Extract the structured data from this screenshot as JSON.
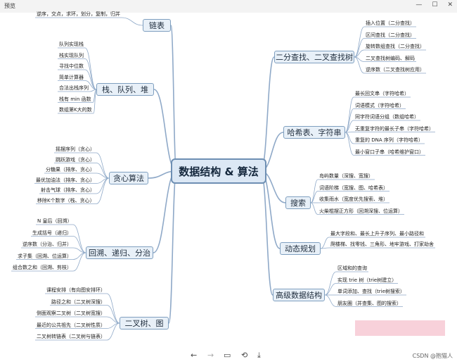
{
  "window": {
    "title": "预览",
    "min": "—",
    "max": "☐",
    "close": "✕"
  },
  "central": "数据结构 & 算法",
  "branches": [
    {
      "key": "linked",
      "label": "链表",
      "side": "left",
      "items": [
        "逆序，交点，求环，划分，复制，归并"
      ]
    },
    {
      "key": "stack",
      "label": "栈、队列、堆",
      "side": "left",
      "items": [
        "队列实现栈",
        "栈实现队列",
        "寻找中位数",
        "简单计算器",
        "合法出栈序列",
        "栈有 min 函数",
        "数组第K大的数"
      ]
    },
    {
      "key": "greedy",
      "label": "贪心算法",
      "side": "left",
      "items": [
        "摇摆序列（贪心）",
        "跳跃游戏（贪心）",
        "分糖果（排序、贪心）",
        "最优加油法（排序、贪心）",
        "射击气球（排序、贪心）",
        "移除K个数字（栈、贪心）"
      ]
    },
    {
      "key": "backtrack",
      "label": "回溯、递归、分治",
      "side": "left",
      "items": [
        "N 皇后（回溯）",
        "生成括号（递归）",
        "逆序数（分治、归并）",
        "求子集（回溯、位运算）",
        "组合数之和（回溯、剪枝）"
      ]
    },
    {
      "key": "tree",
      "label": "二叉树、图",
      "side": "left",
      "items": [
        "课程安排（有向图安排环）",
        "路径之和（二叉树深搜）",
        "侧面观察二叉树（二叉树宽搜）",
        "最近的公共祖先（二叉树性质）",
        "二叉树转链表（二叉树与链表）"
      ]
    },
    {
      "key": "bsearch",
      "label": "二分查找、二叉查找树",
      "side": "right",
      "items": [
        "插入位置（二分查找）",
        "区间查找（二分查找）",
        "旋转数组查找（二分查找）",
        "二叉查找树编码、解码",
        "逆序数（二叉查找树应用）"
      ]
    },
    {
      "key": "hash",
      "label": "哈希表、字符串",
      "side": "right",
      "items": [
        "最长回文串（字符哈希）",
        "词语模式（字符哈希）",
        "同字符词语分组（数组哈希）",
        "无重复字符的最长子串（字符哈希）",
        "重复的 DNA 序列（字符哈希）",
        "最小窗口子串（哈希维护窗口）"
      ]
    },
    {
      "key": "search",
      "label": "搜索",
      "side": "right",
      "items": [
        "岛屿数量（深搜、宽搜）",
        "词语阶梯（宽搜、图、哈希表）",
        "收集雨水（宽度优先搜索、堆）",
        "火柴棍摆正方形（回溯深搜、位运算）"
      ]
    },
    {
      "key": "dp",
      "label": "动态规划",
      "side": "right",
      "items": [
        "最大字段和、最长上升子序列、最小路径和",
        "爬楼梯、找零钱、三角形、地牢游戏、打家劫舍"
      ]
    },
    {
      "key": "advanced",
      "label": "高级数据结构",
      "side": "right",
      "items": [
        "区域和的查询",
        "实现 trie 树（trie树建立）",
        "单词添加、查找（trie树搜索）",
        "朋友圈（并查集、图的搜索）"
      ]
    }
  ],
  "bottom": {
    "prev": "←",
    "next": "→",
    "fit": "▭",
    "rotate": "⟲",
    "download": "⤓",
    "watermark": "CSDN @抱猫人"
  },
  "colors": {
    "node_fill": "#e8f0f8",
    "node_border": "#7f9fbf",
    "link": "#8fa9c8",
    "central_fill": "#dce8f5"
  }
}
